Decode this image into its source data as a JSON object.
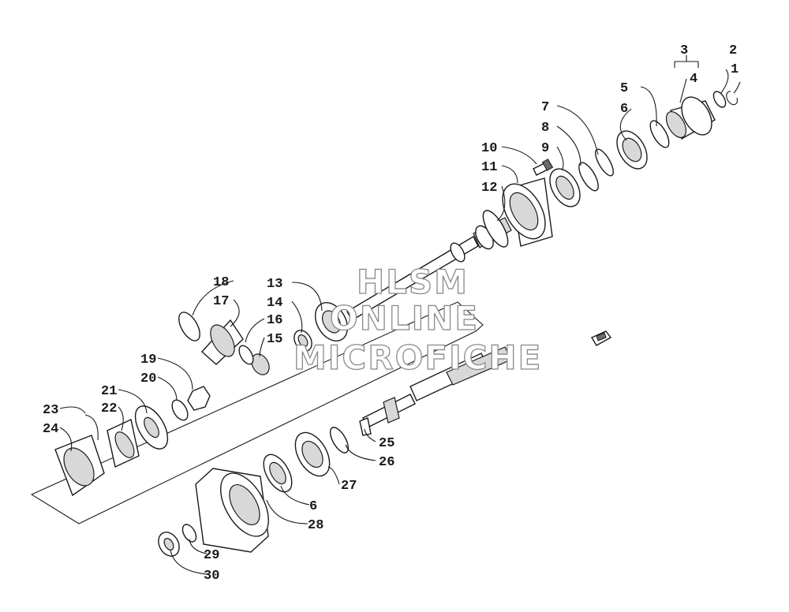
{
  "diagram": {
    "callouts": [
      "1",
      "2",
      "3",
      "4",
      "5",
      "6",
      "7",
      "8",
      "9",
      "10",
      "11",
      "12",
      "13",
      "14",
      "15",
      "16",
      "17",
      "18",
      "19",
      "20",
      "21",
      "22",
      "23",
      "24",
      "25",
      "26",
      "27",
      "6",
      "28",
      "29",
      "30"
    ]
  },
  "watermark": {
    "line1": "HLSM",
    "line2": "ONLINE",
    "line3": "MICROFICHE"
  },
  "colors": {
    "ink": "#1a1a1a",
    "watermark_outline": "#8a8a8a",
    "shade": "#d8d8d8"
  },
  "icons": {
    "orientation_marker": "front-arrow-icon"
  }
}
